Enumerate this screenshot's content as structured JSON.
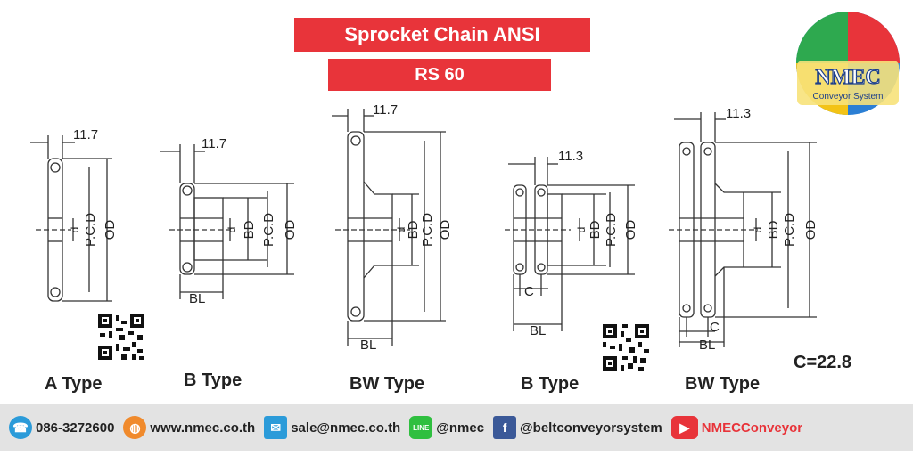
{
  "header": {
    "title": "Sprocket Chain ANSI",
    "subtitle": "RS 60"
  },
  "logo": {
    "name": "NMEC",
    "tagline": "Conveyor System"
  },
  "dims": {
    "w117": "11.7",
    "w113": "11.3",
    "pcd": "P.C.D",
    "od": "OD",
    "bd": "BD",
    "d": "d",
    "bl": "BL",
    "c": "C"
  },
  "types": {
    "a": "A Type",
    "b1": "B Type",
    "bw1": "BW Type",
    "b2": "B Type",
    "bw2": "BW Type"
  },
  "c_value": "C=22.8",
  "footer": {
    "phone": "086-3272600",
    "website": "www.nmec.co.th",
    "email": "sale@nmec.co.th",
    "line": "@nmec",
    "facebook": "@beltconveyorsystem",
    "youtube": "NMECConveyor"
  },
  "colors": {
    "accent": "#e8343a",
    "footer_bg": "#e3e3e3"
  }
}
